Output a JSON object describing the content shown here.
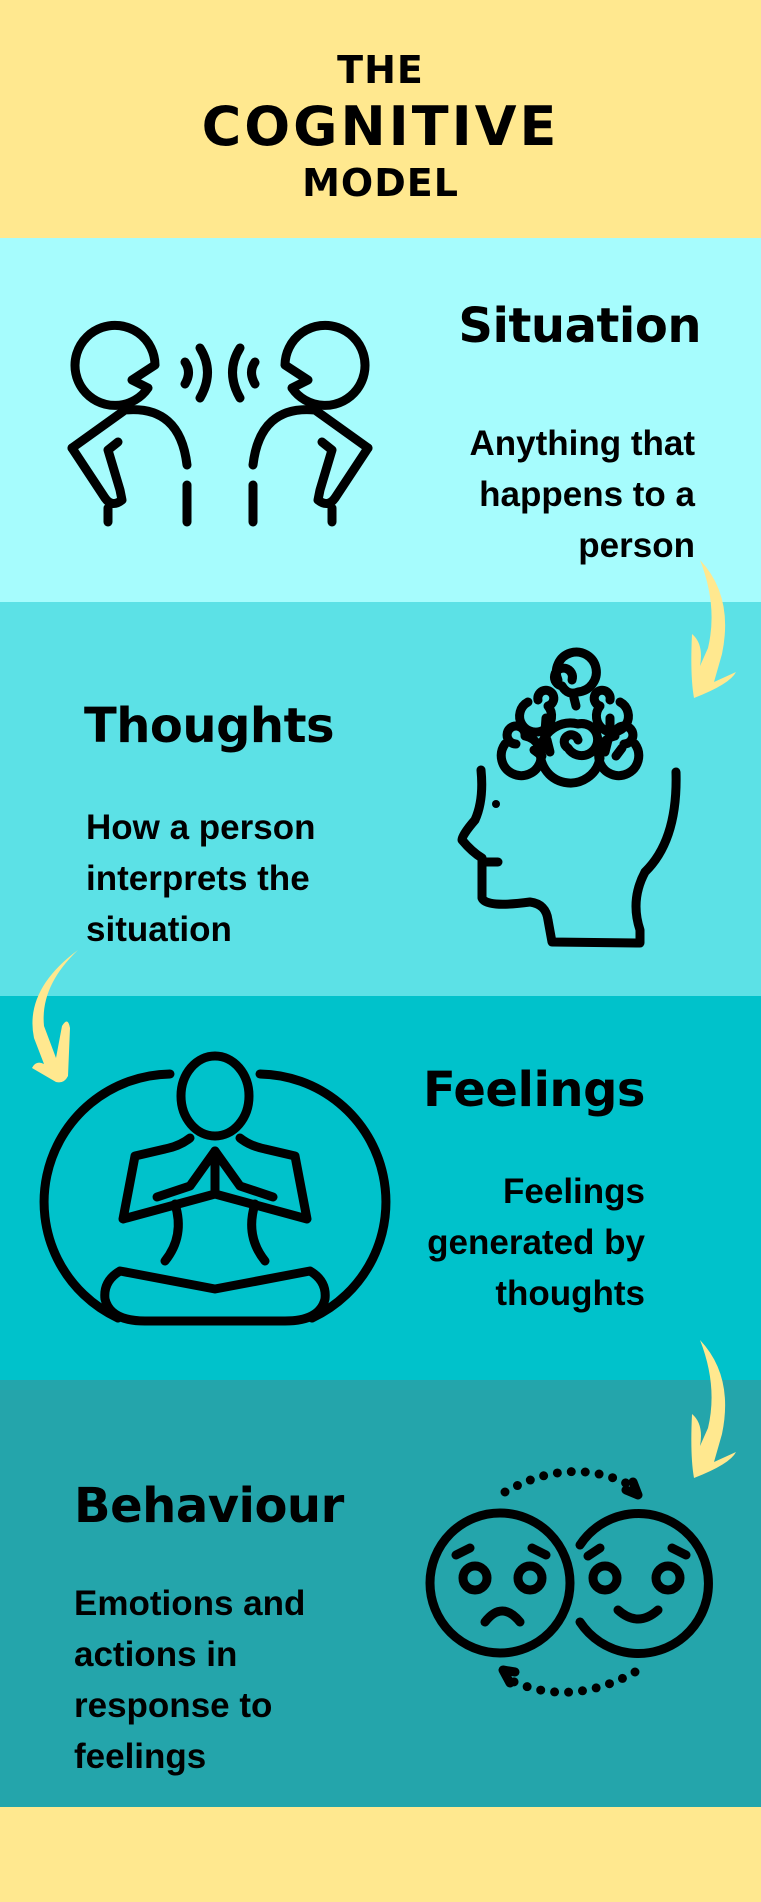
{
  "header": {
    "line1": "THE",
    "line2": "COGNITIVE",
    "line3": "MODEL"
  },
  "sections": [
    {
      "title": "Situation",
      "description": "Anything that happens to a person",
      "icon": "two-people-talking-icon",
      "background": "#A6FCFD"
    },
    {
      "title": "Thoughts",
      "description": "How a person interprets the situation",
      "icon": "head-with-swirls-icon",
      "background": "#5CE1E6"
    },
    {
      "title": "Feelings",
      "description": "Feelings generated by thoughts",
      "icon": "meditating-person-icon",
      "background": "#00C2CB"
    },
    {
      "title": "Behaviour",
      "description": "Emotions and actions in response to feelings",
      "icon": "sad-happy-faces-cycle-icon",
      "background": "#24A5AB"
    }
  ],
  "colors": {
    "header_footer": "#FFE88F",
    "arrow": "#FFE88F",
    "text": "#000000"
  }
}
